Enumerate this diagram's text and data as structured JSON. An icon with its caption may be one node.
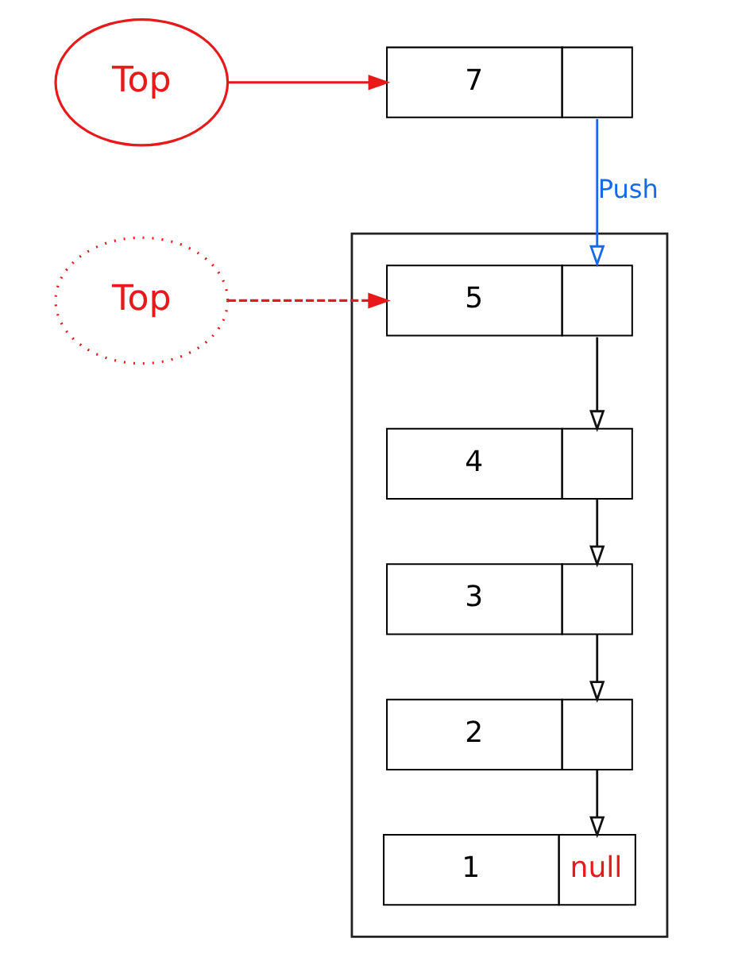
{
  "diagram": {
    "nodes": [
      {
        "text": [
          "Top"
        ]
      },
      {
        "text": [
          "7"
        ]
      },
      {
        "text": [],
        "shape": "box"
      },
      {
        "text": [
          "Top"
        ]
      },
      {
        "text": [
          "5"
        ],
        "in": 2
      },
      {
        "text": [
          "4"
        ],
        "in": 2
      },
      {
        "text": [
          "3"
        ],
        "in": 2
      },
      {
        "text": [
          "2"
        ],
        "in": 2
      },
      {
        "text": [
          "1",
          "null"
        ],
        "in": 2
      }
    ],
    "edges": [
      {
        "from": 0,
        "to": 1,
        "arrow": "to",
        "color": "#e8191b"
      },
      {
        "from": 1,
        "to": 4,
        "arrow": "to",
        "label": "Push",
        "color": "#1769e8"
      },
      {
        "from": 3,
        "to": 4,
        "arrow": "to",
        "style": "dashed",
        "color": "#e8191b"
      },
      {
        "from": 4,
        "to": 5,
        "arrow": "to"
      },
      {
        "from": 5,
        "to": 6,
        "arrow": "to"
      },
      {
        "from": 6,
        "to": 7,
        "arrow": "to"
      },
      {
        "from": 7,
        "to": 8,
        "arrow": "to"
      }
    ]
  }
}
